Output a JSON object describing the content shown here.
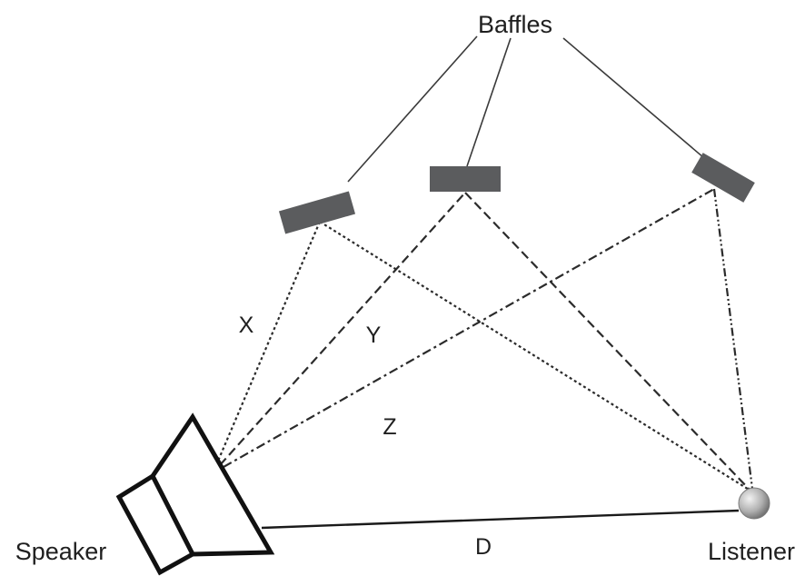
{
  "labels": {
    "baffles": "Baffles",
    "speaker": "Speaker",
    "listener": "Listener",
    "path_x": "X",
    "path_y": "Y",
    "path_z": "Z",
    "path_d": "D"
  },
  "colors": {
    "baffle": "#5b5c5e",
    "line": "#2b2b2b",
    "listener_light": "#eeeeee",
    "listener_dark": "#7a7a7a"
  }
}
